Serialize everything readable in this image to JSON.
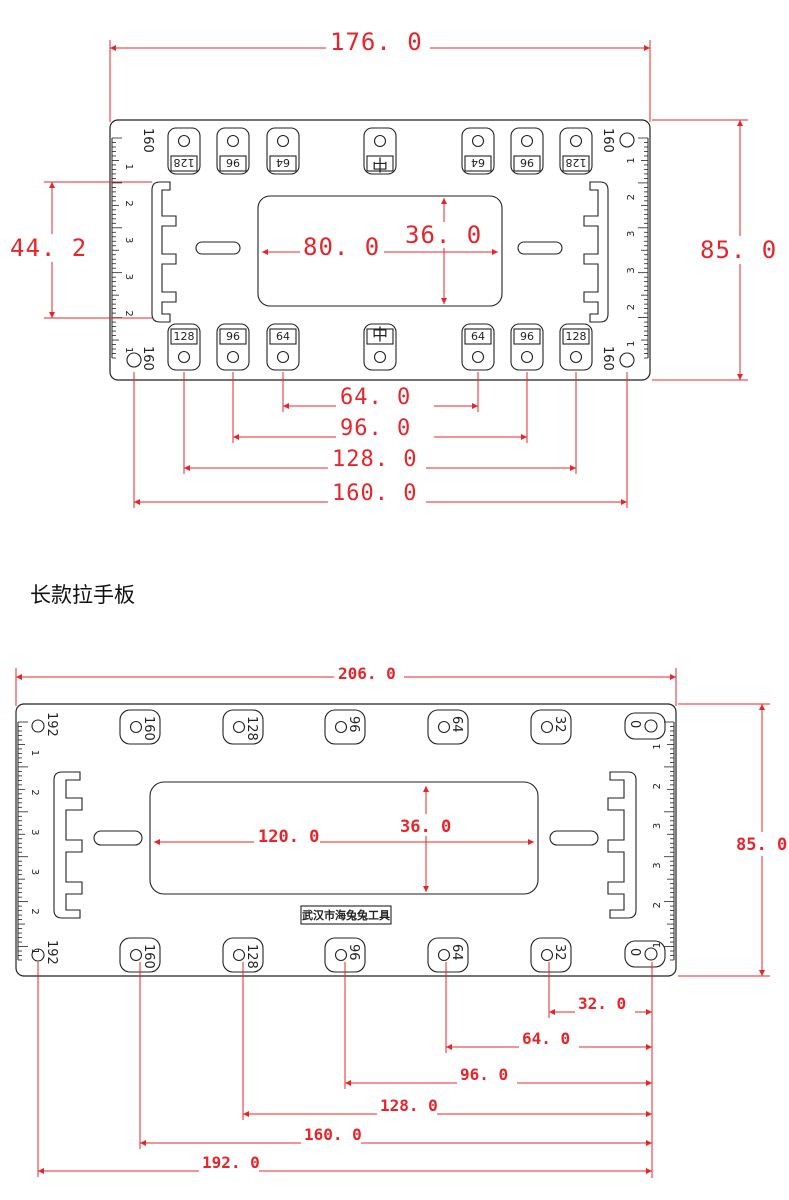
{
  "top_plate": {
    "dims": {
      "overall_width": "176. 0",
      "height": "85. 0",
      "hole_spacing": "44. 2",
      "window_width": "80. 0",
      "window_height": "36. 0",
      "d64": "64. 0",
      "d96": "96. 0",
      "d128": "128. 0",
      "d160": "160. 0"
    },
    "slot_labels_top": [
      "128",
      "96",
      "64",
      "中",
      "64",
      "96",
      "128"
    ],
    "slot_labels_bottom": [
      "128",
      "96",
      "64",
      "中",
      "64",
      "96",
      "128"
    ],
    "corner_label": "160",
    "ruler_left": [
      "1",
      "2",
      "3",
      "3",
      "2",
      "1"
    ],
    "ruler_right": [
      "1",
      "2",
      "3",
      "3",
      "2",
      "1"
    ]
  },
  "section_title": "长款拉手板",
  "bottom_plate": {
    "dims": {
      "overall_width": "206. 0",
      "height": "85. 0",
      "window_width": "120. 0",
      "window_height": "36. 0",
      "d32": "32. 0",
      "d64": "64. 0",
      "d96": "96. 0",
      "d128": "128. 0",
      "d160": "160. 0",
      "d192": "192. 0"
    },
    "slot_labels": [
      "160",
      "128",
      "96",
      "64",
      "32"
    ],
    "corner_label": "192",
    "end_label": "0",
    "brand": "武汉市海兔兔工具",
    "ruler_left": [
      "1",
      "2",
      "3",
      "3",
      "2",
      "1"
    ],
    "ruler_right": [
      "1",
      "2",
      "3",
      "3",
      "2",
      "1"
    ]
  }
}
